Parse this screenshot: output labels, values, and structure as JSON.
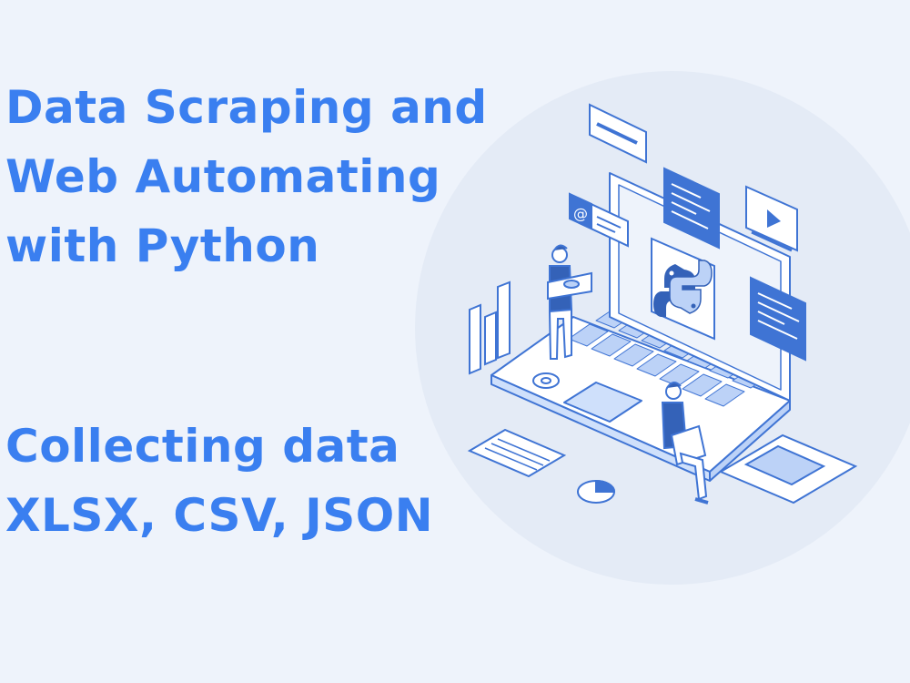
{
  "hero": {
    "headline": [
      "Data Scraping and",
      "Web Automating",
      "with Python"
    ],
    "subline": [
      "Collecting data",
      "XLSX, CSV, JSON"
    ]
  },
  "colors": {
    "accent": "#3a7ff0",
    "background": "#eef3fb",
    "circle": "#e4ebf6",
    "line_art": "#3f74d4",
    "fill_light": "#ffffff",
    "fill_blue": "#bcd2f7",
    "fill_dark": "#3462b8"
  },
  "illustration": {
    "icons": [
      "laptop-icon",
      "python-logo-icon",
      "code-window-icon",
      "video-window-icon",
      "email-at-icon",
      "bar-chart-icon",
      "pie-chart-icon",
      "gear-icon",
      "document-icon",
      "person-standing-icon",
      "person-sitting-icon"
    ]
  }
}
